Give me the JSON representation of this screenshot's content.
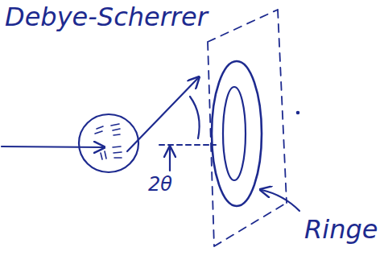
{
  "diagram": {
    "title": "Debye-Scherrer",
    "labels": [
      "2θ",
      "Ringe"
    ]
  }
}
